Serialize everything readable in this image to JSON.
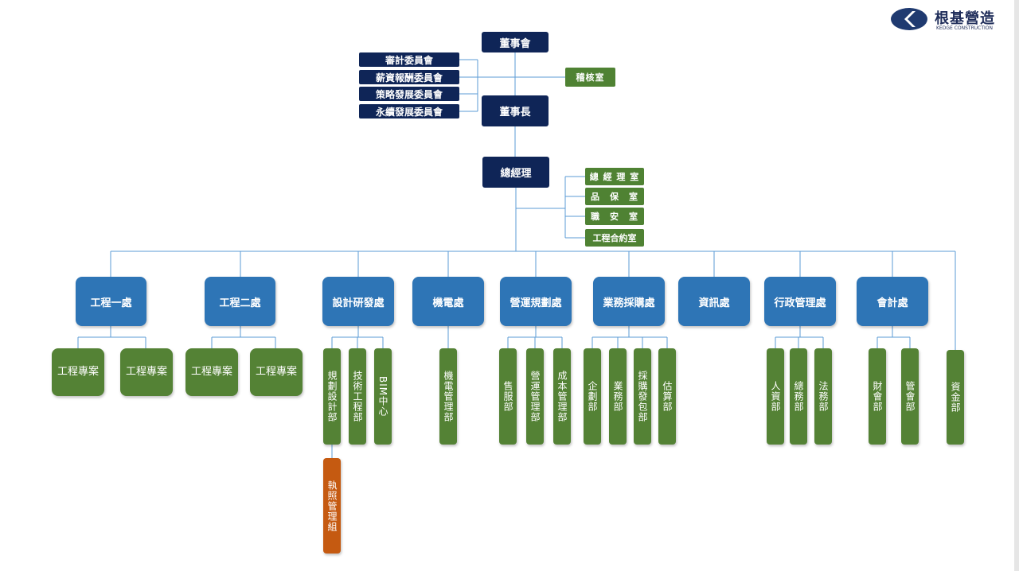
{
  "logo": {
    "name_cn": "根基營造",
    "name_en": "KEDGE CONSTRUCTION"
  },
  "top": {
    "board": "董事會",
    "chairman": "董事長",
    "president": "總經理",
    "audit_office": "稽核室"
  },
  "committees": [
    "審計委員會",
    "薪資報酬委員會",
    "策略發展委員會",
    "永續發展委員會"
  ],
  "offices": [
    "總 經 理 室",
    "品　保　室",
    "職　安　室",
    "工程合約室"
  ],
  "divisions": [
    "工程一處",
    "工程二處",
    "設計研發處",
    "機電處",
    "營運規劃處",
    "業務採購處",
    "資訊處",
    "行政管理處",
    "會計處"
  ],
  "eng1_units": [
    "工程專案",
    "工程專案"
  ],
  "eng2_units": [
    "工程專案",
    "工程專案"
  ],
  "design_units": [
    "規劃設計部",
    "技術工程部",
    "BIM中心"
  ],
  "license_group": "執照管理組",
  "me_units": [
    "機電管理部"
  ],
  "ops_units": [
    "售服部",
    "營運管理部",
    "成本管理部"
  ],
  "biz_units": [
    "企劃部",
    "業務部",
    "採購發包部",
    "估算部"
  ],
  "admin_units": [
    "人資部",
    "總務部",
    "法務部"
  ],
  "acct_units": [
    "財會部",
    "管會部"
  ],
  "treasury": "資金部",
  "colors": {
    "navy": "#0f2557",
    "blue": "#2e75b6",
    "green": "#548235",
    "orange": "#c55a11",
    "line": "#5b9bd5"
  }
}
